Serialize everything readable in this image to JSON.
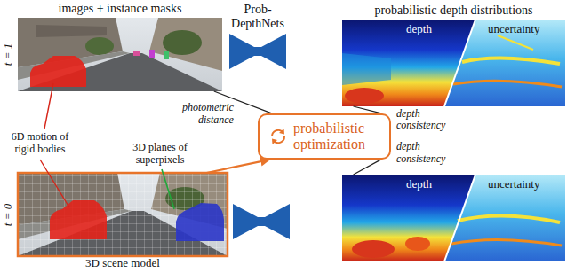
{
  "diagram": {
    "nodes": [
      {
        "text": [
          "images + instance masks",
          "t = 1"
        ]
      },
      {
        "text": [
          "Prob- DepthNets"
        ]
      },
      {
        "text": [
          "probabilistic depth distributions",
          "depth",
          "uncertainty"
        ]
      },
      {
        "text": [
          "probabilistic optimization"
        ]
      },
      {
        "text": [
          "t = 0",
          "3D scene model"
        ]
      },
      {
        "text": [
          "depth",
          "uncertainty"
        ]
      }
    ],
    "edges": [
      {
        "from": 0,
        "to": 3,
        "label": "photometric distance",
        "arrow": "none"
      },
      {
        "from": 2,
        "to": 3,
        "label": "depth consistency",
        "arrow": "none"
      },
      {
        "from": 5,
        "to": 3,
        "label": "depth consistency",
        "arrow": "none"
      },
      {
        "from": 4,
        "to": 3,
        "arrow": "to"
      }
    ],
    "labels": [
      "6D motion of rigid bodies",
      "3D planes of superpixels"
    ]
  }
}
